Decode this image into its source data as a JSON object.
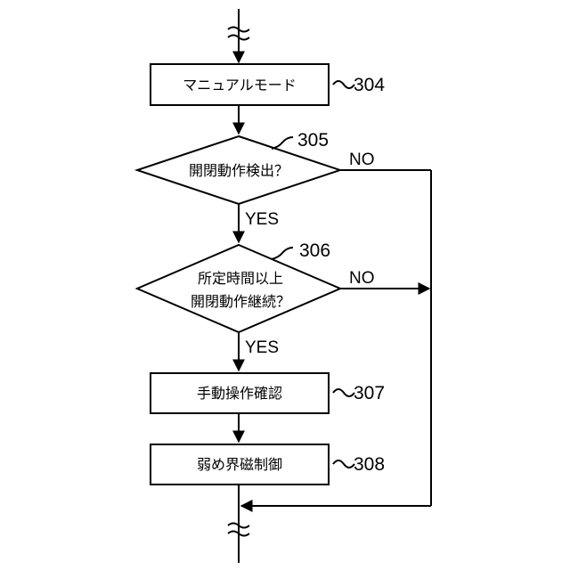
{
  "flowchart": {
    "steps": [
      {
        "id": "304",
        "kind": "process",
        "text": "マニュアルモード",
        "ref": "304"
      },
      {
        "id": "305",
        "kind": "decision",
        "text": "開閉動作検出？",
        "ref": "305",
        "yes_label": "YES",
        "no_label": "NO"
      },
      {
        "id": "306",
        "kind": "decision",
        "lines": [
          "所定時間以上",
          "開閉動作継続？"
        ],
        "ref": "306",
        "yes_label": "YES",
        "no_label": "NO"
      },
      {
        "id": "307",
        "kind": "process",
        "text": "手動操作確認",
        "ref": "307"
      },
      {
        "id": "308",
        "kind": "process",
        "text": "弱め界磁制御",
        "ref": "308"
      }
    ]
  }
}
